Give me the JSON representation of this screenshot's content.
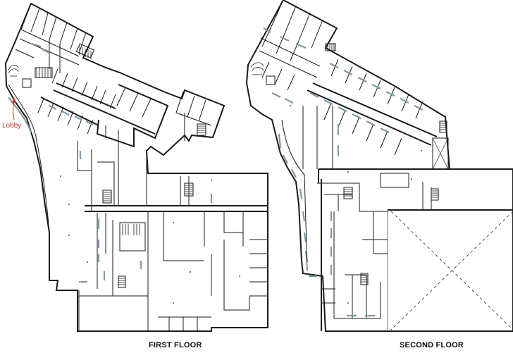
{
  "floors": [
    {
      "label": "FIRST FLOOR"
    },
    {
      "label": "SECOND FLOOR"
    }
  ],
  "annotations": {
    "lobby": {
      "text": "Lobby",
      "color": "#c0392b"
    }
  },
  "colors": {
    "walls": "#1a1a1a",
    "windows": "#7f9aa6",
    "background": "#ffffff"
  }
}
